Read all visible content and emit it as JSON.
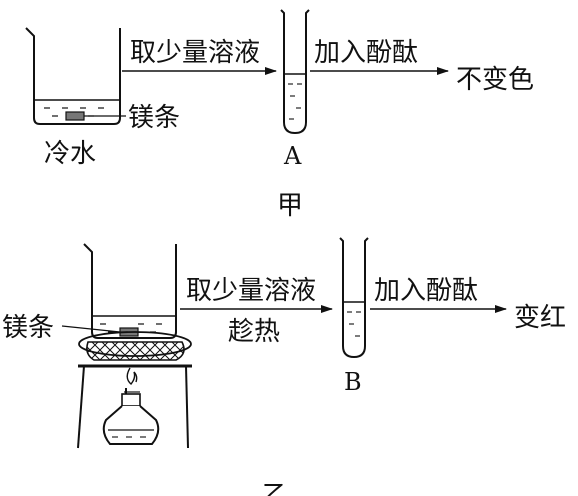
{
  "panel_a": {
    "caption": "甲",
    "step1": "取少量溶液",
    "step2": "加入酚酞",
    "result": "不变色",
    "tube_label": "A",
    "metal_label": "镁条",
    "water_label": "冷水"
  },
  "panel_b": {
    "caption": "乙",
    "step1_line1": "取少量溶液",
    "step1_line2": "趁热",
    "step2": "加入酚酞",
    "result": "变红",
    "tube_label": "B",
    "metal_label": "镁条"
  }
}
